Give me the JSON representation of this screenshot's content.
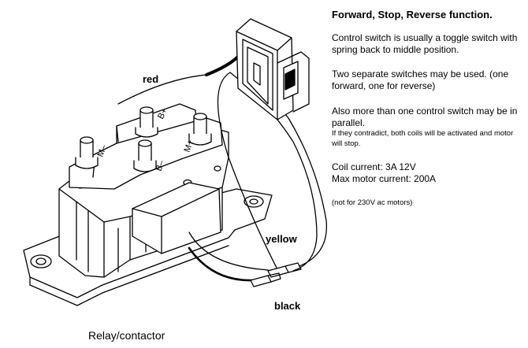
{
  "labels": {
    "red": "red",
    "yellow": "yellow",
    "black": "black",
    "caption": "Relay/contactor",
    "terminal_bplus": "B+",
    "terminal_bminus": "B–",
    "terminal_mminus": "M–",
    "terminal_mplus": "M+"
  },
  "notes": {
    "title": "Forward, Stop, Reverse function.",
    "p1": "Control switch is usually a toggle switch with spring back to middle position.",
    "p2": "Two separate switches may be used. (one forward, one for reverse)",
    "p3": "Also more than one control switch may be in parallel.",
    "p3_small": "If they contradict, both coils will be activated and motor will stop.",
    "p4_line1": "Coil current: 3A 12V",
    "p4_line2": "Max motor current: 200A",
    "p5": "(not for 230V ac motors)"
  }
}
